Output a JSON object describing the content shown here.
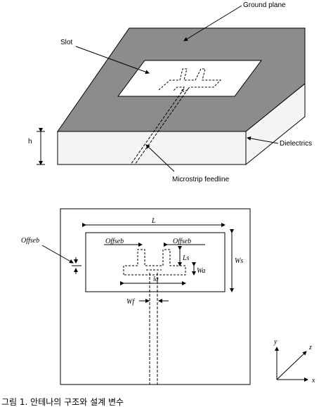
{
  "figure": {
    "top_diagram": {
      "labels": {
        "ground_plane": "Ground plane",
        "slot": "Slot",
        "h": "h",
        "dielectrics": "Dielectrics",
        "microstrip": "Microstrip feedline"
      },
      "colors": {
        "ground": "#8c8c8c",
        "dielectric": "#f4f4f4",
        "line": "#000000"
      }
    },
    "bottom_diagram": {
      "labels": {
        "L": "L",
        "offset_left": "Offseb",
        "offset_mid": "Offseb",
        "offset_right": "Offseb",
        "Ws": "Ws",
        "Ls": "Ls",
        "Wa": "Wa",
        "la": "la",
        "Wf": "Wf"
      }
    },
    "axes": {
      "x": "x",
      "y": "y",
      "z": "z"
    },
    "caption": "그림 1. 안테나의 구조와 설계 변수"
  }
}
